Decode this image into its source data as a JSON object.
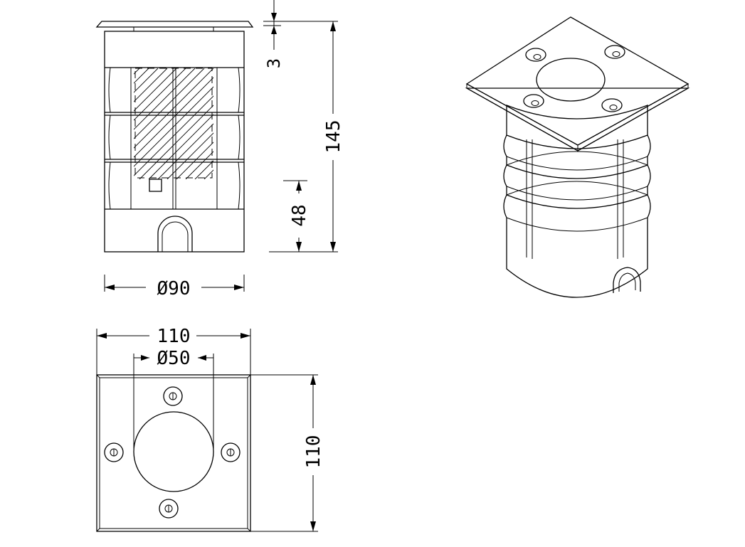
{
  "dimensions": {
    "top_plate_thickness": "3",
    "total_height": "145",
    "cable_entry_height": "48",
    "body_diameter": "Ø90",
    "plate_width": "110",
    "cutout_diameter": "Ø50",
    "plate_depth": "110"
  }
}
